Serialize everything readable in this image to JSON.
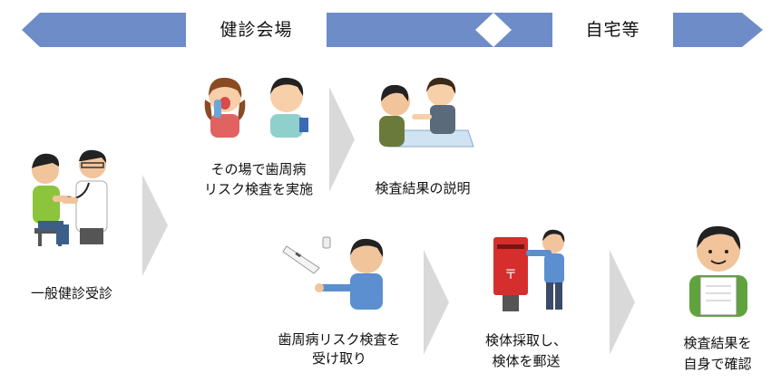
{
  "header": {
    "venue_label": "健診会場",
    "home_label": "自宅等",
    "colors": {
      "band": "#6d8cc8",
      "chevron": "#d9d9d9"
    }
  },
  "steps": {
    "general_checkup": {
      "caption": "一般健診受診"
    },
    "onsite_test": {
      "caption_line1": "その場で歯周病",
      "caption_line2": "リスク検査を実施"
    },
    "result_explanation": {
      "caption": "検査結果の説明"
    },
    "receive_kit": {
      "caption_line1": "歯周病リスク検査を",
      "caption_line2": "受け取り"
    },
    "mail_sample": {
      "caption_line1": "検体採取し、",
      "caption_line2": "検体を郵送"
    },
    "check_result": {
      "caption_line1": "検査結果を",
      "caption_line2": "自身で確認"
    }
  }
}
